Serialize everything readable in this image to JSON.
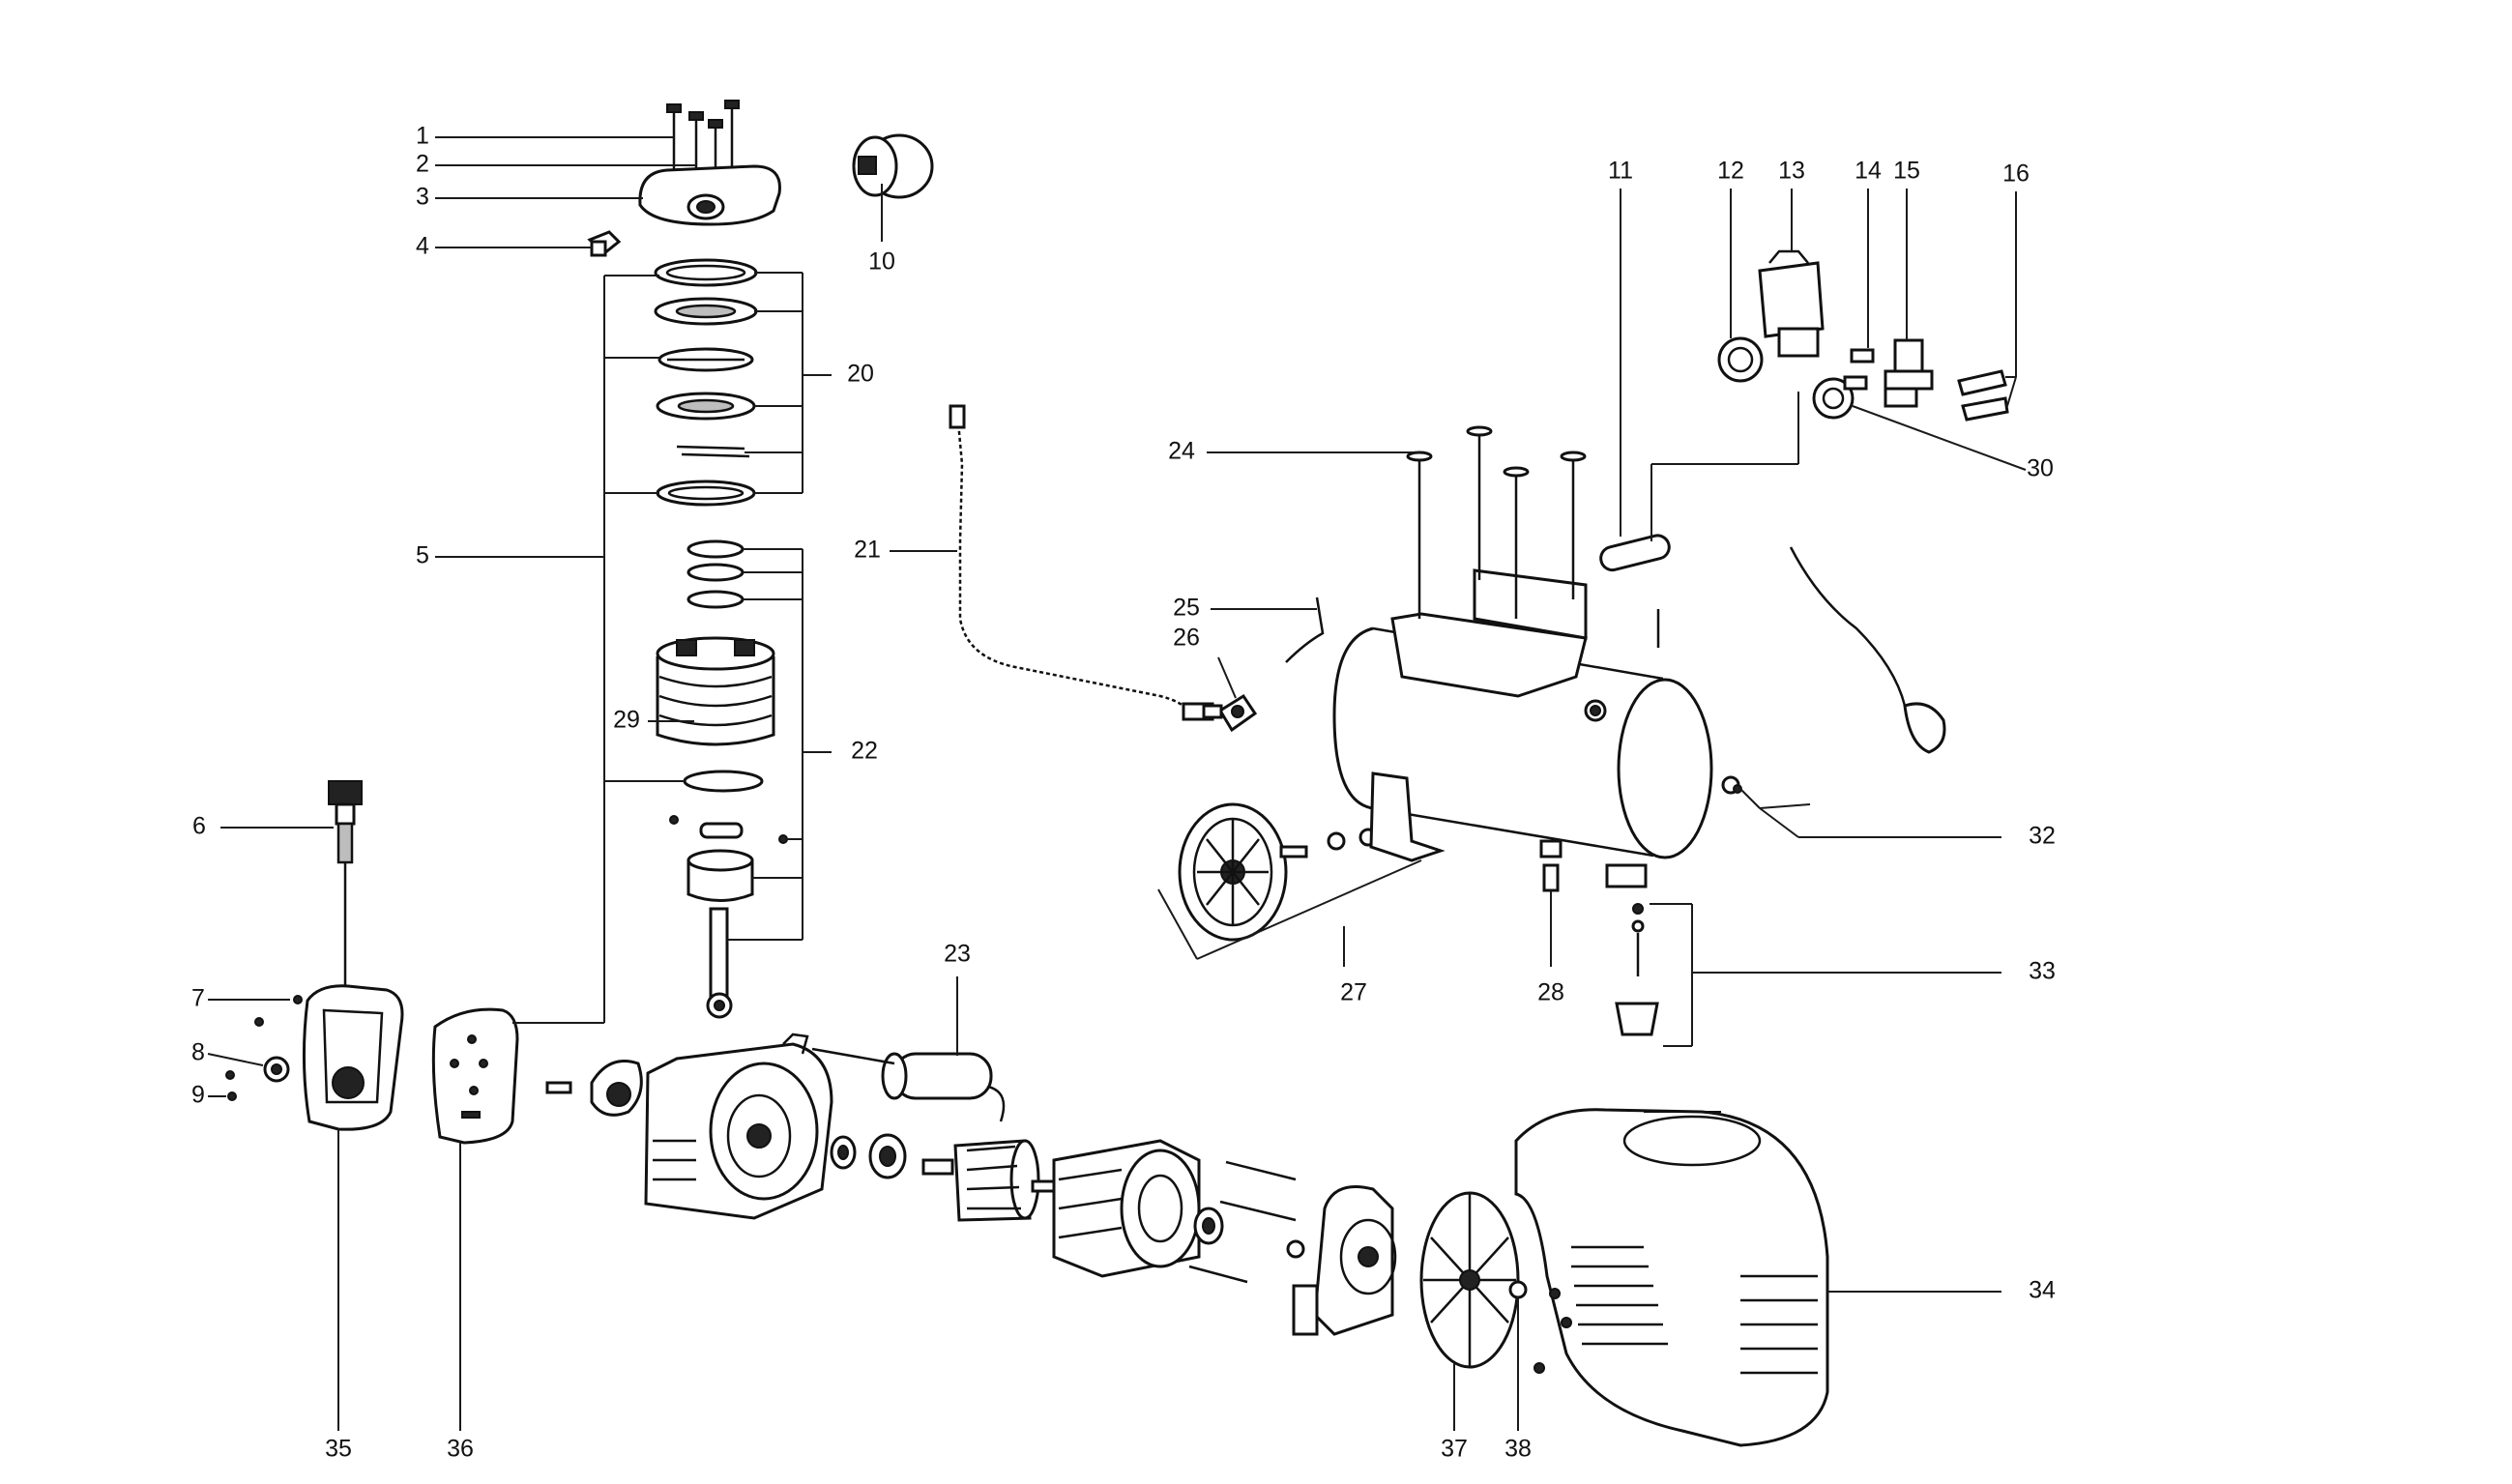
{
  "diagram": {
    "type": "exploded-parts-view",
    "line_color": "#111111",
    "background": "#ffffff",
    "callouts": [
      {
        "id": "c1",
        "text": "1"
      },
      {
        "id": "c2",
        "text": "2"
      },
      {
        "id": "c3",
        "text": "3"
      },
      {
        "id": "c4",
        "text": "4"
      },
      {
        "id": "c5",
        "text": "5"
      },
      {
        "id": "c6",
        "text": "6"
      },
      {
        "id": "c7",
        "text": "7"
      },
      {
        "id": "c8",
        "text": "8"
      },
      {
        "id": "c9",
        "text": "9"
      },
      {
        "id": "c10",
        "text": "10"
      },
      {
        "id": "c11",
        "text": "11"
      },
      {
        "id": "c12",
        "text": "12"
      },
      {
        "id": "c13",
        "text": "13"
      },
      {
        "id": "c14",
        "text": "14"
      },
      {
        "id": "c15",
        "text": "15"
      },
      {
        "id": "c16",
        "text": "16"
      },
      {
        "id": "c20",
        "text": "20"
      },
      {
        "id": "c21",
        "text": "21"
      },
      {
        "id": "c22",
        "text": "22"
      },
      {
        "id": "c23",
        "text": "23"
      },
      {
        "id": "c24",
        "text": "24"
      },
      {
        "id": "c25",
        "text": "25"
      },
      {
        "id": "c26",
        "text": "26"
      },
      {
        "id": "c27",
        "text": "27"
      },
      {
        "id": "c28",
        "text": "28"
      },
      {
        "id": "c29",
        "text": "29"
      },
      {
        "id": "c30",
        "text": "30"
      },
      {
        "id": "c32",
        "text": "32"
      },
      {
        "id": "c33",
        "text": "33"
      },
      {
        "id": "c34",
        "text": "34"
      },
      {
        "id": "c35",
        "text": "35"
      },
      {
        "id": "c36",
        "text": "36"
      },
      {
        "id": "c37",
        "text": "37"
      },
      {
        "id": "c38",
        "text": "38"
      }
    ]
  }
}
